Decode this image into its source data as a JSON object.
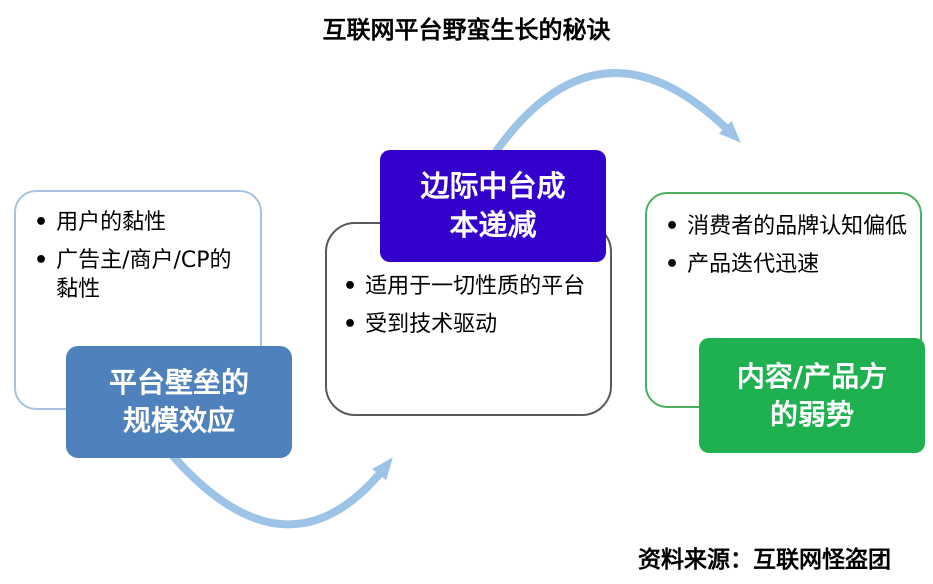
{
  "title": "互联网平台野蛮生长的秘诀",
  "source": "资料来源：互联网怪盗团",
  "bullet_char": "•",
  "colors": {
    "blue_label_bg": "#4f81bd",
    "purple_label_bg": "#3300cc",
    "green_label_bg": "#1fb050",
    "arrow": "#9dc3e6",
    "left_box_border": "#a6c3e2",
    "middle_box_border": "#595959",
    "right_box_border": "#4cae5f"
  },
  "boxes": {
    "left": {
      "bullets": [
        "用户的黏性",
        "广告主/商户/CP的黏性"
      ]
    },
    "middle": {
      "bullets": [
        "适用于一切性质的平台",
        "受到技术驱动"
      ]
    },
    "right": {
      "bullets": [
        "消费者的品牌认知偏低",
        "产品迭代迅速"
      ]
    }
  },
  "labels": {
    "blue": {
      "lines": [
        "平台壁垒的",
        "规模效应"
      ]
    },
    "purple": {
      "lines": [
        "边际中台成",
        "本递减"
      ]
    },
    "green": {
      "lines": [
        "内容/产品方",
        "的弱势"
      ]
    }
  }
}
